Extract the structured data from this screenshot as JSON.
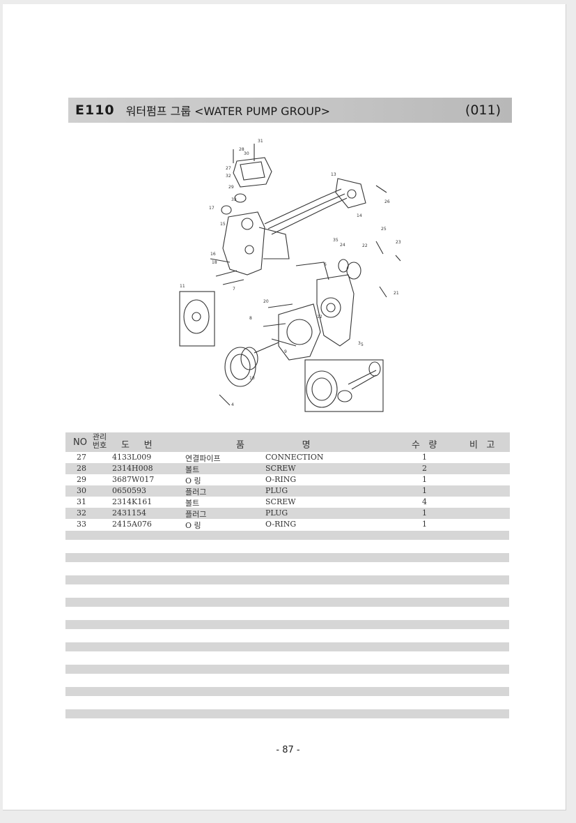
{
  "header": {
    "code": "E110",
    "title": "워터펌프 그룹 <WATER PUMP GROUP>",
    "group_number": "(011)"
  },
  "diagram": {
    "callouts": [
      "31",
      "28",
      "30",
      "27",
      "32",
      "29",
      "33",
      "13",
      "26",
      "17",
      "14",
      "15",
      "25",
      "35",
      "24",
      "22",
      "23",
      "16",
      "6",
      "18",
      "21",
      "7",
      "20",
      "11",
      "8",
      "12",
      "9",
      "3",
      "10",
      "4",
      "5"
    ]
  },
  "table": {
    "headers": {
      "no": "NO",
      "mgmt": "관리\n번호",
      "drawing_no": "도     번",
      "part_name": "품                    명",
      "qty": "수   량",
      "remarks": "비   고"
    },
    "rows": [
      {
        "no": "27",
        "part": "4133L009",
        "kor": "연결파이프",
        "eng": "CONNECTION",
        "qty": "1"
      },
      {
        "no": "28",
        "part": "2314H008",
        "kor": "볼트",
        "eng": "SCREW",
        "qty": "2"
      },
      {
        "no": "29",
        "part": "3687W017",
        "kor": "O 링",
        "eng": "O-RING",
        "qty": "1"
      },
      {
        "no": "30",
        "part": "0650593",
        "kor": "플러그",
        "eng": "PLUG",
        "qty": "1"
      },
      {
        "no": "31",
        "part": "2314K161",
        "kor": "볼트",
        "eng": "SCREW",
        "qty": "4"
      },
      {
        "no": "32",
        "part": "2431154",
        "kor": "플러그",
        "eng": "PLUG",
        "qty": "1"
      },
      {
        "no": "33",
        "part": "2415A076",
        "kor": "O 링",
        "eng": "O-RING",
        "qty": "1"
      }
    ]
  },
  "footer": {
    "page": "- 87 -"
  }
}
